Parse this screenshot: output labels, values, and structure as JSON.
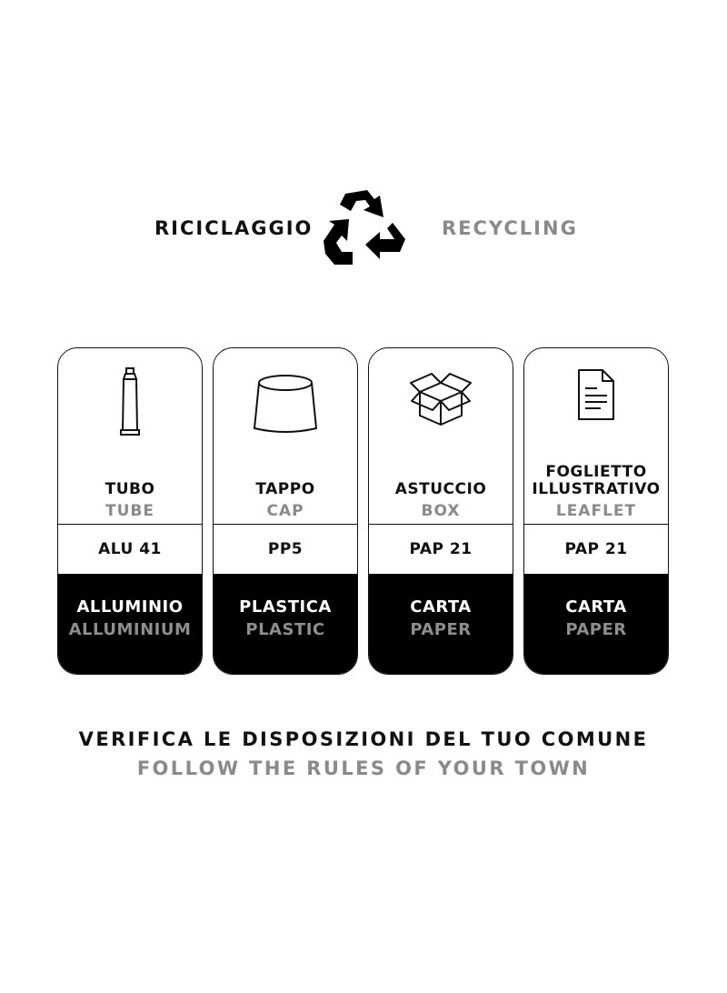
{
  "header": {
    "title_it": "RICICLAGGIO",
    "title_en": "RECYCLING",
    "icon": "recycle-icon"
  },
  "cards": [
    {
      "icon": "tube-icon",
      "name_it": "TUBO",
      "name_en": "TUBE",
      "code": "ALU 41",
      "material_it": "ALLUMINIO",
      "material_en": "ALLUMINIUM"
    },
    {
      "icon": "cap-icon",
      "name_it": "TAPPO",
      "name_en": "CAP",
      "code": "PP5",
      "material_it": "PLASTICA",
      "material_en": "PLASTIC"
    },
    {
      "icon": "box-icon",
      "name_it": "ASTUCCIO",
      "name_en": "BOX",
      "code": "PAP 21",
      "material_it": "CARTA",
      "material_en": "PAPER"
    },
    {
      "icon": "leaflet-icon",
      "name_it": "FOGLIETTO\nILLUSTRATIVO",
      "name_en": "LEAFLET",
      "code": "PAP 21",
      "material_it": "CARTA",
      "material_en": "PAPER"
    }
  ],
  "footer": {
    "line_it": "VERIFICA LE DISPOSIZIONI DEL TUO COMUNE",
    "line_en": "FOLLOW THE RULES OF YOUR TOWN"
  },
  "colors": {
    "primary_text": "#111111",
    "secondary_text": "#8a8a8a",
    "material_band": "#000000"
  }
}
